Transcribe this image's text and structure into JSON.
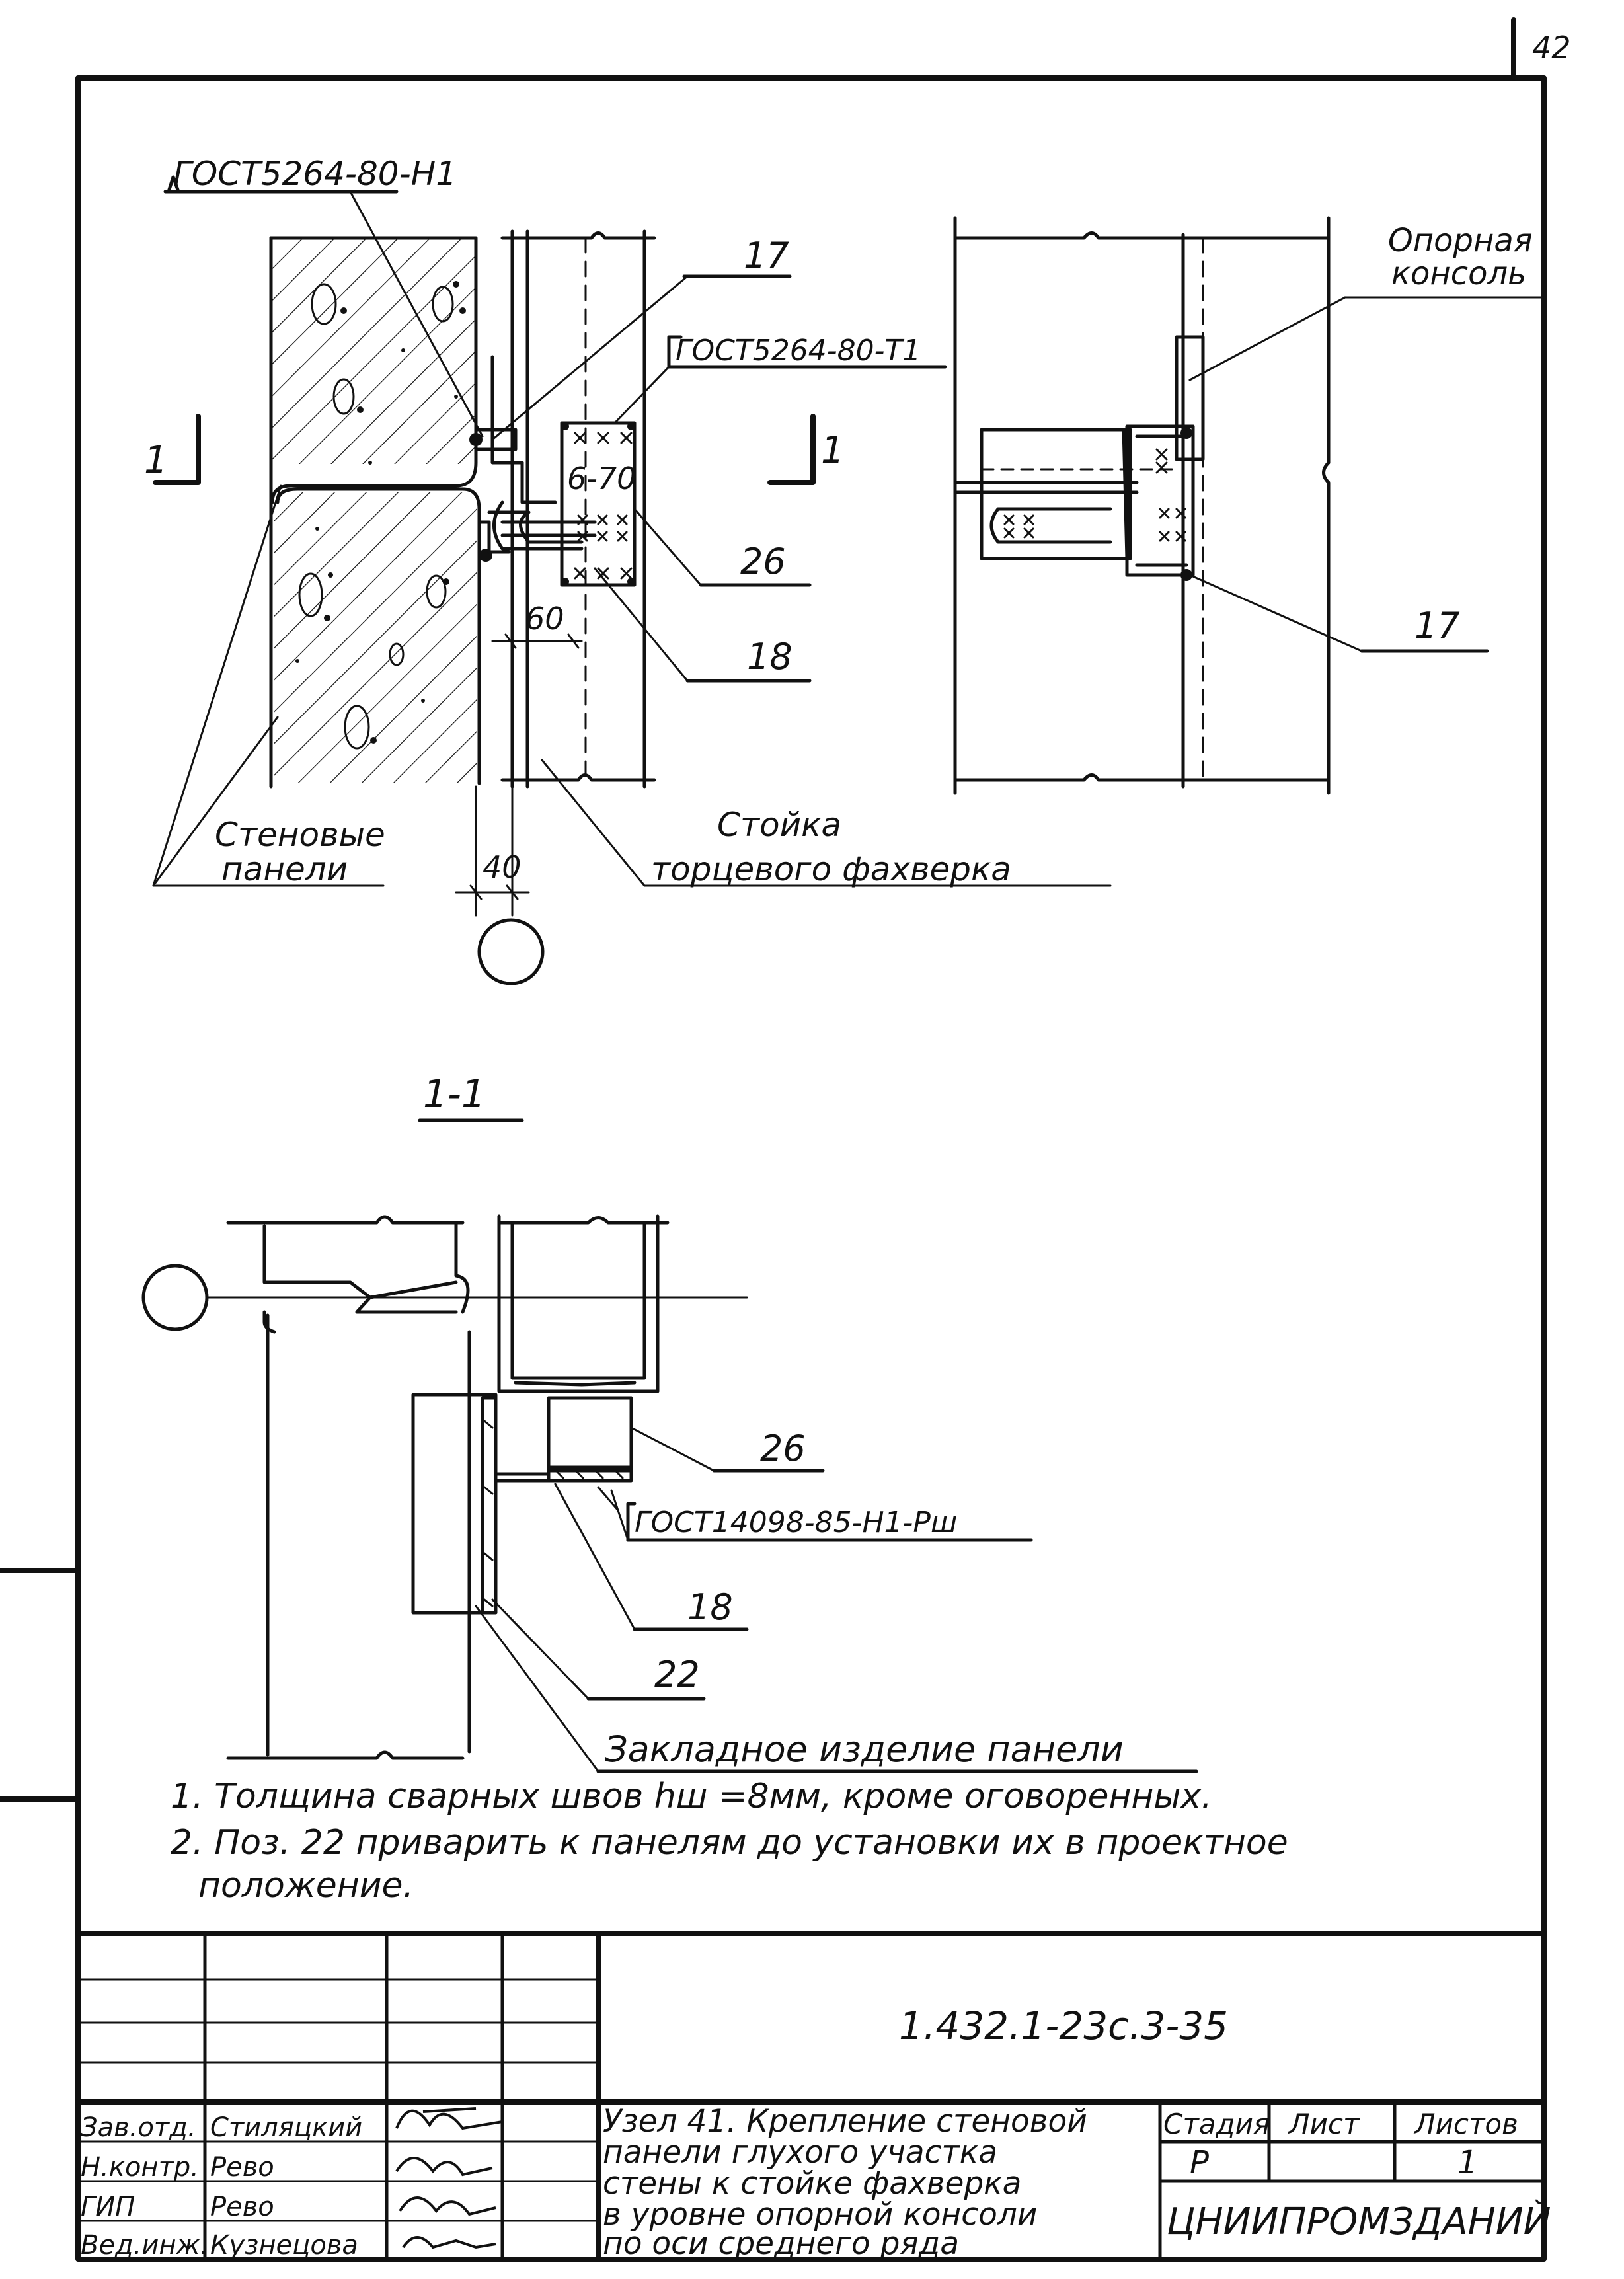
{
  "sheet": {
    "page_number": "42",
    "document_code": "1.432.1-23с.3-35"
  },
  "callouts": {
    "weld_h1": "ГОСТ5264-80-Н1",
    "weld_t1": "ГОСТ5264-80-Т1",
    "weld_section": "ГОСТ14098-85-Н1-Рш",
    "bolt_spec": "6-70",
    "pos_17_a": "17",
    "pos_17_b": "17",
    "pos_26_a": "26",
    "pos_26_b": "26",
    "pos_18_a": "18",
    "pos_18_b": "18",
    "pos_22": "22",
    "dim_60": "60",
    "dim_40": "40",
    "cut_left": "1",
    "cut_right": "1",
    "section_title": "1-1",
    "wall_panels_line1": "Стеновые",
    "wall_panels_line2": "панели",
    "post_line1": "Стойка",
    "post_line2": "торцевого фахверка",
    "console_line1": "Опорная",
    "console_line2": "консоль",
    "embedded_part": "Закладное изделие панели"
  },
  "notes": [
    "1. Толщина сварных швов hш =8мм, кроме оговоренных.",
    "2. Поз. 22 приварить к панелям до установки их в проектное",
    "положение."
  ],
  "title_block": {
    "title_lines": [
      "Узел 41. Крепление стеновой",
      "панели глухого участка",
      "стены к стойке фахверка",
      "в уровне опорной консоли",
      "по оси среднего ряда"
    ],
    "stage_header": "Стадия",
    "sheet_header": "Лист",
    "sheets_header": "Листов",
    "stage_value": "Р",
    "sheets_value": "1",
    "organization": "ЦНИИПРОМЗДАНИЙ",
    "signatures": [
      {
        "role": "Зав.отд.",
        "name": "Стиляцкий"
      },
      {
        "role": "Н.контр.",
        "name": "Рево"
      },
      {
        "role": "ГИП",
        "name": "Рево"
      },
      {
        "role": "Вед.инж.",
        "name": "Кузнецова"
      }
    ]
  }
}
